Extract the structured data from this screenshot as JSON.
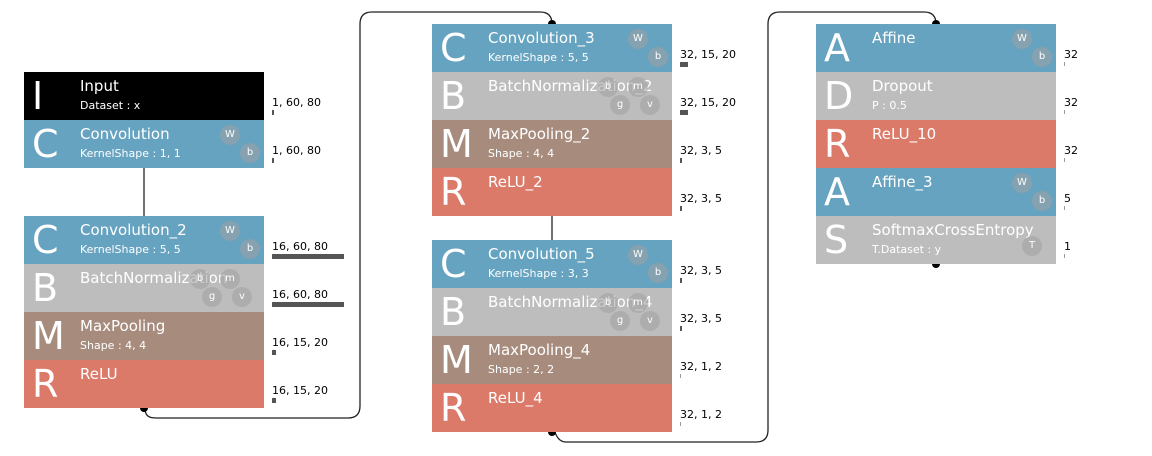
{
  "colors": {
    "input": "#000000",
    "affine": "#66a3c0",
    "batchnorm": "#bdbdbd",
    "pooling": "#a78c7e",
    "relu": "#db7a69",
    "wire": "#222222"
  },
  "columns": [
    {
      "layers": [
        {
          "letter": "I",
          "name": "Input",
          "param": "Dataset : x",
          "kind": "input",
          "shape": "1, 60, 80",
          "bar": 0.01,
          "badges": []
        },
        {
          "letter": "C",
          "name": "Convolution",
          "param": "KernelShape : 1, 1",
          "kind": "affine",
          "shape": "1, 60, 80",
          "bar": 0.01,
          "badges": [
            "W",
            "b"
          ]
        },
        {
          "letter": "C",
          "name": "Convolution_2",
          "param": "KernelShape : 5, 5",
          "kind": "affine",
          "shape": "16, 60, 80",
          "bar": 1.0,
          "badges": [
            "W",
            "b"
          ]
        },
        {
          "letter": "B",
          "name": "BatchNormalization",
          "param": "",
          "kind": "batchnorm",
          "shape": "16, 60, 80",
          "bar": 1.0,
          "badges": [
            "b",
            "m",
            "g",
            "v"
          ]
        },
        {
          "letter": "M",
          "name": "MaxPooling",
          "param": "Shape : 4, 4",
          "kind": "pooling",
          "shape": "16, 15, 20",
          "bar": 0.06,
          "badges": []
        },
        {
          "letter": "R",
          "name": "ReLU",
          "param": "",
          "kind": "relu",
          "shape": "16, 15, 20",
          "bar": 0.06,
          "badges": []
        }
      ]
    },
    {
      "layers": [
        {
          "letter": "C",
          "name": "Convolution_3",
          "param": "KernelShape : 5, 5",
          "kind": "affine",
          "shape": "32, 15, 20",
          "bar": 0.11,
          "badges": [
            "W",
            "b"
          ]
        },
        {
          "letter": "B",
          "name": "BatchNormalization_2",
          "param": "",
          "kind": "batchnorm",
          "shape": "32, 15, 20",
          "bar": 0.11,
          "badges": [
            "b",
            "m",
            "g",
            "v"
          ]
        },
        {
          "letter": "M",
          "name": "MaxPooling_2",
          "param": "Shape : 4, 4",
          "kind": "pooling",
          "shape": "32, 3, 5",
          "bar": 0.005,
          "badges": []
        },
        {
          "letter": "R",
          "name": "ReLU_2",
          "param": "",
          "kind": "relu",
          "shape": "32, 3, 5",
          "bar": 0.005,
          "badges": []
        },
        {
          "letter": "C",
          "name": "Convolution_5",
          "param": "KernelShape : 3, 3",
          "kind": "affine",
          "shape": "32, 3, 5",
          "bar": 0.005,
          "badges": [
            "W",
            "b"
          ]
        },
        {
          "letter": "B",
          "name": "BatchNormalization_4",
          "param": "",
          "kind": "batchnorm",
          "shape": "32, 3, 5",
          "bar": 0.005,
          "badges": [
            "b",
            "m",
            "g",
            "v"
          ]
        },
        {
          "letter": "M",
          "name": "MaxPooling_4",
          "param": "Shape : 2, 2",
          "kind": "pooling",
          "shape": "32, 1, 2",
          "bar": 0.0,
          "badges": []
        },
        {
          "letter": "R",
          "name": "ReLU_4",
          "param": "",
          "kind": "relu",
          "shape": "32, 1, 2",
          "bar": 0.0,
          "badges": []
        }
      ]
    },
    {
      "layers": [
        {
          "letter": "A",
          "name": "Affine",
          "param": "",
          "kind": "affine",
          "shape": "32",
          "bar": 0.0,
          "badges": [
            "W",
            "b"
          ]
        },
        {
          "letter": "D",
          "name": "Dropout",
          "param": "P : 0.5",
          "kind": "batchnorm",
          "shape": "32",
          "bar": 0.0,
          "badges": []
        },
        {
          "letter": "R",
          "name": "ReLU_10",
          "param": "",
          "kind": "relu",
          "shape": "32",
          "bar": 0.0,
          "badges": []
        },
        {
          "letter": "A",
          "name": "Affine_3",
          "param": "",
          "kind": "affine",
          "shape": "5",
          "bar": 0.0,
          "badges": [
            "W",
            "b"
          ]
        },
        {
          "letter": "S",
          "name": "SoftmaxCrossEntropy",
          "param": "T.Dataset : y",
          "kind": "batchnorm",
          "shape": "1",
          "bar": 0.0,
          "badges": [
            "T"
          ]
        }
      ]
    }
  ]
}
